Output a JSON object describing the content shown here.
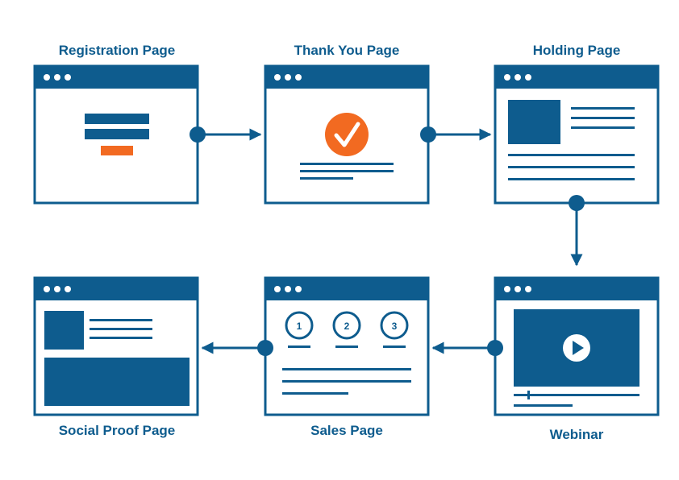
{
  "colors": {
    "primary": "#0e5c8e",
    "accent": "#f26a21",
    "background": "#ffffff"
  },
  "pages": [
    {
      "id": "registration",
      "title": "Registration Page"
    },
    {
      "id": "thank-you",
      "title": "Thank You Page"
    },
    {
      "id": "holding",
      "title": "Holding Page"
    },
    {
      "id": "webinar",
      "title": "Webinar"
    },
    {
      "id": "sales",
      "title": "Sales Page"
    },
    {
      "id": "social-proof",
      "title": "Social Proof Page"
    }
  ],
  "sales_steps": [
    "1",
    "2",
    "3"
  ],
  "icons": {
    "check": "checkmark-icon",
    "play": "play-icon",
    "window_dots": "window-dots-icon"
  }
}
